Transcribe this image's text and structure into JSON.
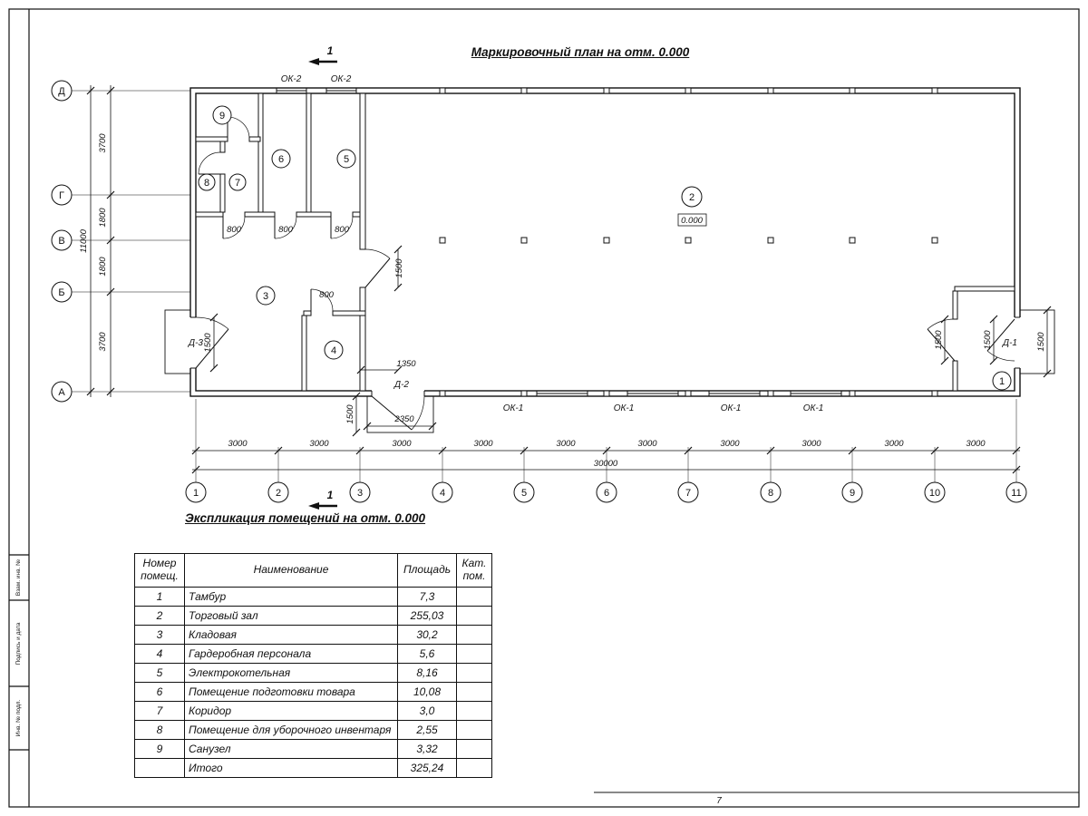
{
  "titles": {
    "plan": "Маркировочный план на отм. 0.000",
    "schedule": "Экспликация помещений на отм. 0.000"
  },
  "axes": {
    "rows": [
      "Д",
      "Г",
      "В",
      "Б",
      "А"
    ],
    "cols": [
      "1",
      "2",
      "3",
      "4",
      "5",
      "6",
      "7",
      "8",
      "9",
      "10",
      "11"
    ]
  },
  "dims": {
    "left_segments": [
      "3700",
      "1800",
      "1800",
      "3700"
    ],
    "left_total": "11000",
    "bottom_segments": [
      "3000",
      "3000",
      "3000",
      "3000",
      "3000",
      "3000",
      "3000",
      "3000",
      "3000",
      "3000"
    ],
    "bottom_total": "30000",
    "door_widths": [
      "800",
      "800",
      "800",
      "800"
    ],
    "dim_1500": "1500",
    "dim_1350": "1350",
    "dim_2350": "2350"
  },
  "marks": {
    "section": "1",
    "elevation": "0.000",
    "door_d1": "Д-1",
    "door_d2": "Д-2",
    "door_d3": "Д-3",
    "window_top": "ОК-2",
    "window_bottom": "ОК-1"
  },
  "rooms": [
    "1",
    "2",
    "3",
    "4",
    "5",
    "6",
    "7",
    "8",
    "9"
  ],
  "schedule": {
    "headers": {
      "num": "Номер помещ.",
      "name": "Наименование",
      "area": "Площадь",
      "cat": "Кат. пом."
    },
    "rows": [
      {
        "num": "1",
        "name": "Тамбур",
        "area": "7,3"
      },
      {
        "num": "2",
        "name": "Торговый зал",
        "area": "255,03"
      },
      {
        "num": "3",
        "name": "Кладовая",
        "area": "30,2"
      },
      {
        "num": "4",
        "name": "Гардеробная персонала",
        "area": "5,6"
      },
      {
        "num": "5",
        "name": "Электрокотельная",
        "area": "8,16"
      },
      {
        "num": "6",
        "name": "Помещение подготовки товара",
        "area": "10,08"
      },
      {
        "num": "7",
        "name": "Коридор",
        "area": "3,0"
      },
      {
        "num": "8",
        "name": "Помещение для уборочного инвентаря",
        "area": "2,55"
      },
      {
        "num": "9",
        "name": "Санузел",
        "area": "3,32"
      }
    ],
    "total": {
      "name": "Итого",
      "area": "325,24"
    }
  },
  "frame": {
    "stamps": [
      "Взам. инв. №",
      "Подпись и дата",
      "Инв. № подл."
    ],
    "page": "7"
  }
}
